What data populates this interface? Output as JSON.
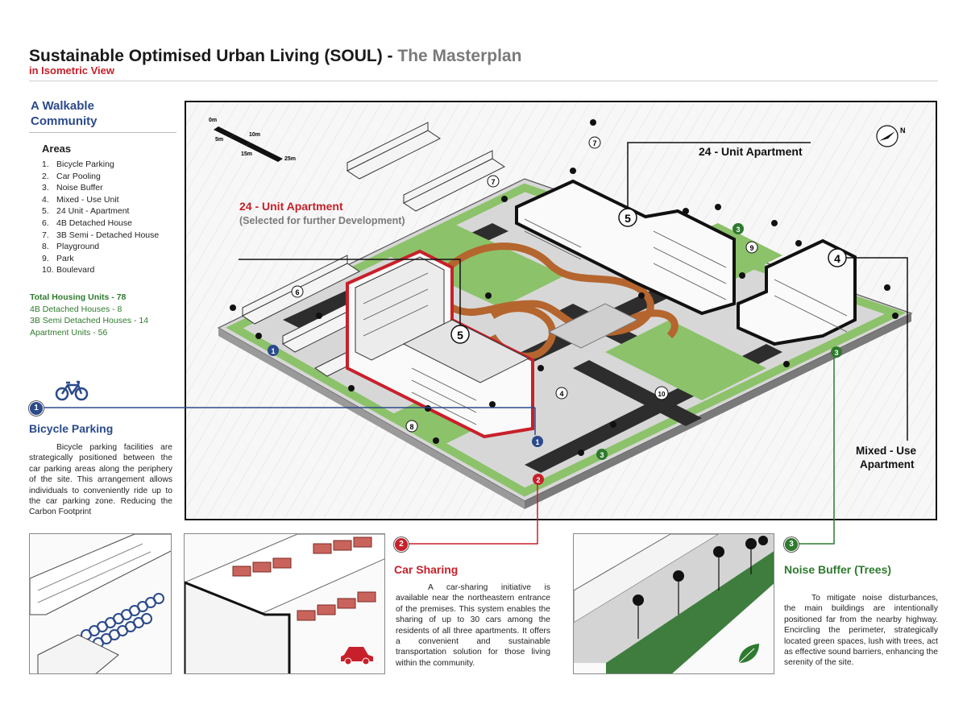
{
  "header": {
    "title_main": "Sustainable Optimised Urban Living (SOUL) - ",
    "title_grey": "The Masterplan",
    "subtitle": "in Isometric View"
  },
  "sidebar": {
    "heading": "A Walkable Community",
    "areas_heading": "Areas",
    "areas": [
      {
        "num": "1.",
        "label": "Bicycle Parking"
      },
      {
        "num": "2.",
        "label": "Car Pooling"
      },
      {
        "num": "3.",
        "label": "Noise Buffer"
      },
      {
        "num": "4.",
        "label": "Mixed - Use Unit"
      },
      {
        "num": "5.",
        "label": "24 Unit - Apartment"
      },
      {
        "num": "6.",
        "label": "4B Detached House"
      },
      {
        "num": "7.",
        "label": "3B Semi - Detached House"
      },
      {
        "num": "8.",
        "label": "Playground"
      },
      {
        "num": "9.",
        "label": "Park"
      },
      {
        "num": "10.",
        "label": "Boulevard"
      }
    ],
    "stats": {
      "total": "Total Housing Units - 78",
      "detached": "4B Detached Houses - 8",
      "semi": "3B Semi Detached Houses - 14",
      "apartments": "Apartment Units - 56"
    }
  },
  "map": {
    "scale": {
      "s0": "0m",
      "s5": "5m",
      "s10": "10m",
      "s15": "15m",
      "s25": "25m"
    },
    "labels": {
      "apt_selected_title": "24 - Unit Apartment",
      "apt_selected_sub": "(Selected for further Development)",
      "apt_right": "24 - Unit Apartment",
      "mixed_use_1": "Mixed - Use",
      "mixed_use_2": "Apartment"
    },
    "markers": {
      "m1": "1",
      "m2": "2",
      "m3": "3",
      "m4": "4",
      "m5": "5",
      "m6": "6",
      "m7": "7",
      "m8": "8",
      "m9": "9",
      "m10": "10"
    },
    "compass": "N"
  },
  "sections": {
    "bicycle": {
      "num": "1",
      "title": "Bicycle Parking",
      "body": "Bicycle parking facilities are strategically positioned between the car parking areas along the periphery of the site. This arrangement allows individuals to conveniently ride up to the car parking zone. Reducing the Carbon Footprint"
    },
    "car": {
      "num": "2",
      "title": "Car Sharing",
      "body": "A car-sharing initiative is available near the northeastern entrance of the premises. This system enables the sharing of up to 30 cars among the residents of all three apartments. It offers a convenient and sustainable transportation solution for those living within the community."
    },
    "noise": {
      "num": "3",
      "title": "Noise Buffer (Trees)",
      "body": "To mitigate noise disturbances, the main buildings are intentionally positioned far from the nearby highway. Encircling the perimeter, strategically located green spaces, lush with trees, act as effective sound barriers, enhancing the serenity of the site."
    }
  },
  "colors": {
    "blue": "#2b4a8b",
    "red": "#c8202a",
    "green": "#2e7a2e",
    "grass": "#8cc26a",
    "path": "#b5652e"
  }
}
